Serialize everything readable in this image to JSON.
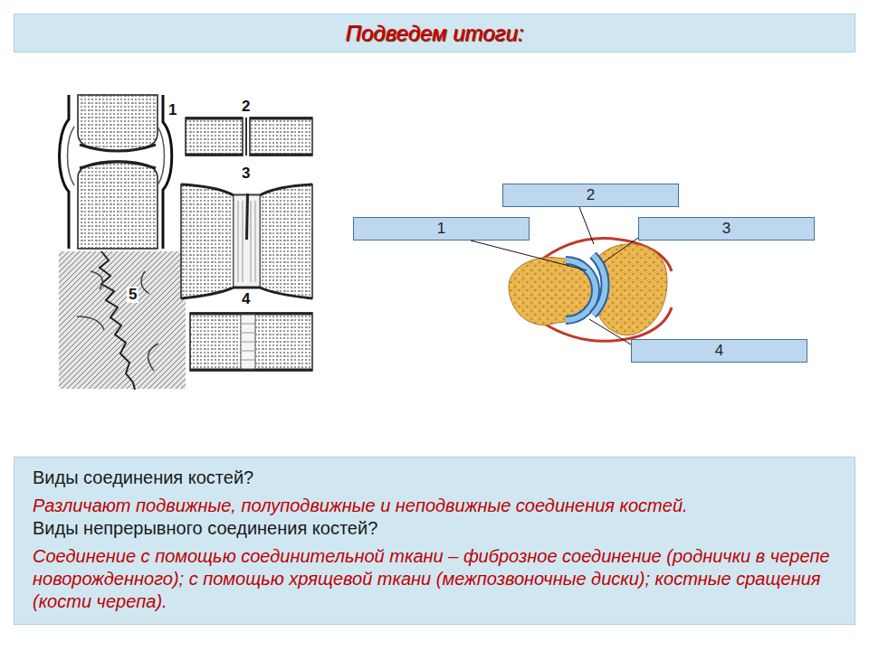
{
  "diagram": {
    "title": "Подведем итоги:",
    "nodes": [
      {
        "text": [
          "2"
        ]
      },
      {
        "text": [
          "1"
        ]
      },
      {
        "text": [
          "3"
        ]
      },
      {
        "text": [
          "4"
        ]
      },
      {
        "text": [
          "Виды соединения костей?",
          "Различают подвижные, полуподвижные и неподвижные соединения костей.",
          "Виды непрерывного соединения костей?",
          "Соединение с помощью соединительной ткани – фиброзное соединение (роднички в черепе новорожденного); с помощью хрящевой ткани (межпозвоночные диски); костные сращения (кости черепа)."
        ]
      }
    ],
    "labels": [
      "1",
      "2",
      "3",
      "4",
      "5"
    ]
  }
}
